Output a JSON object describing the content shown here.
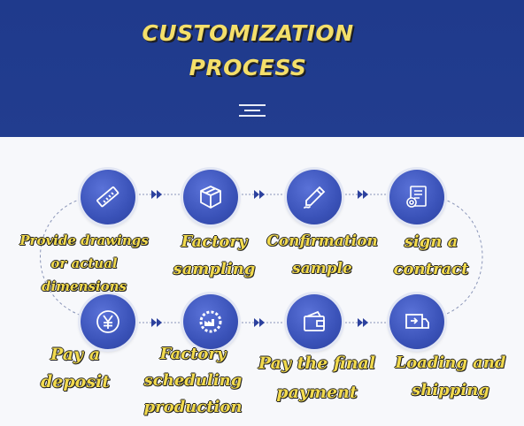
{
  "banner": {
    "title_line1": "CUSTOMIZATION",
    "title_line2": "PROCESS"
  },
  "steps": [
    {
      "icon": "ruler-icon",
      "lines": [
        "Provide drawings",
        "or actual",
        "dimensions"
      ]
    },
    {
      "icon": "box-icon",
      "lines": [
        "Factory",
        "sampling"
      ]
    },
    {
      "icon": "pen-icon",
      "lines": [
        "Confirmation",
        "sample"
      ]
    },
    {
      "icon": "contract-icon",
      "lines": [
        "sign a",
        "contract"
      ]
    },
    {
      "icon": "yen-coin-icon",
      "lines": [
        "Pay a",
        "deposit"
      ]
    },
    {
      "icon": "factory-gear-icon",
      "lines": [
        "Factory",
        "scheduling",
        "production"
      ]
    },
    {
      "icon": "wallet-icon",
      "lines": [
        "Pay the final",
        "payment"
      ]
    },
    {
      "icon": "truck-icon",
      "lines": [
        "Loading and",
        "shipping"
      ]
    }
  ],
  "colors": {
    "banner": "#223d8f",
    "title": "#f4df6a",
    "circle": "#3a52b8",
    "label": "#f3db4d"
  }
}
